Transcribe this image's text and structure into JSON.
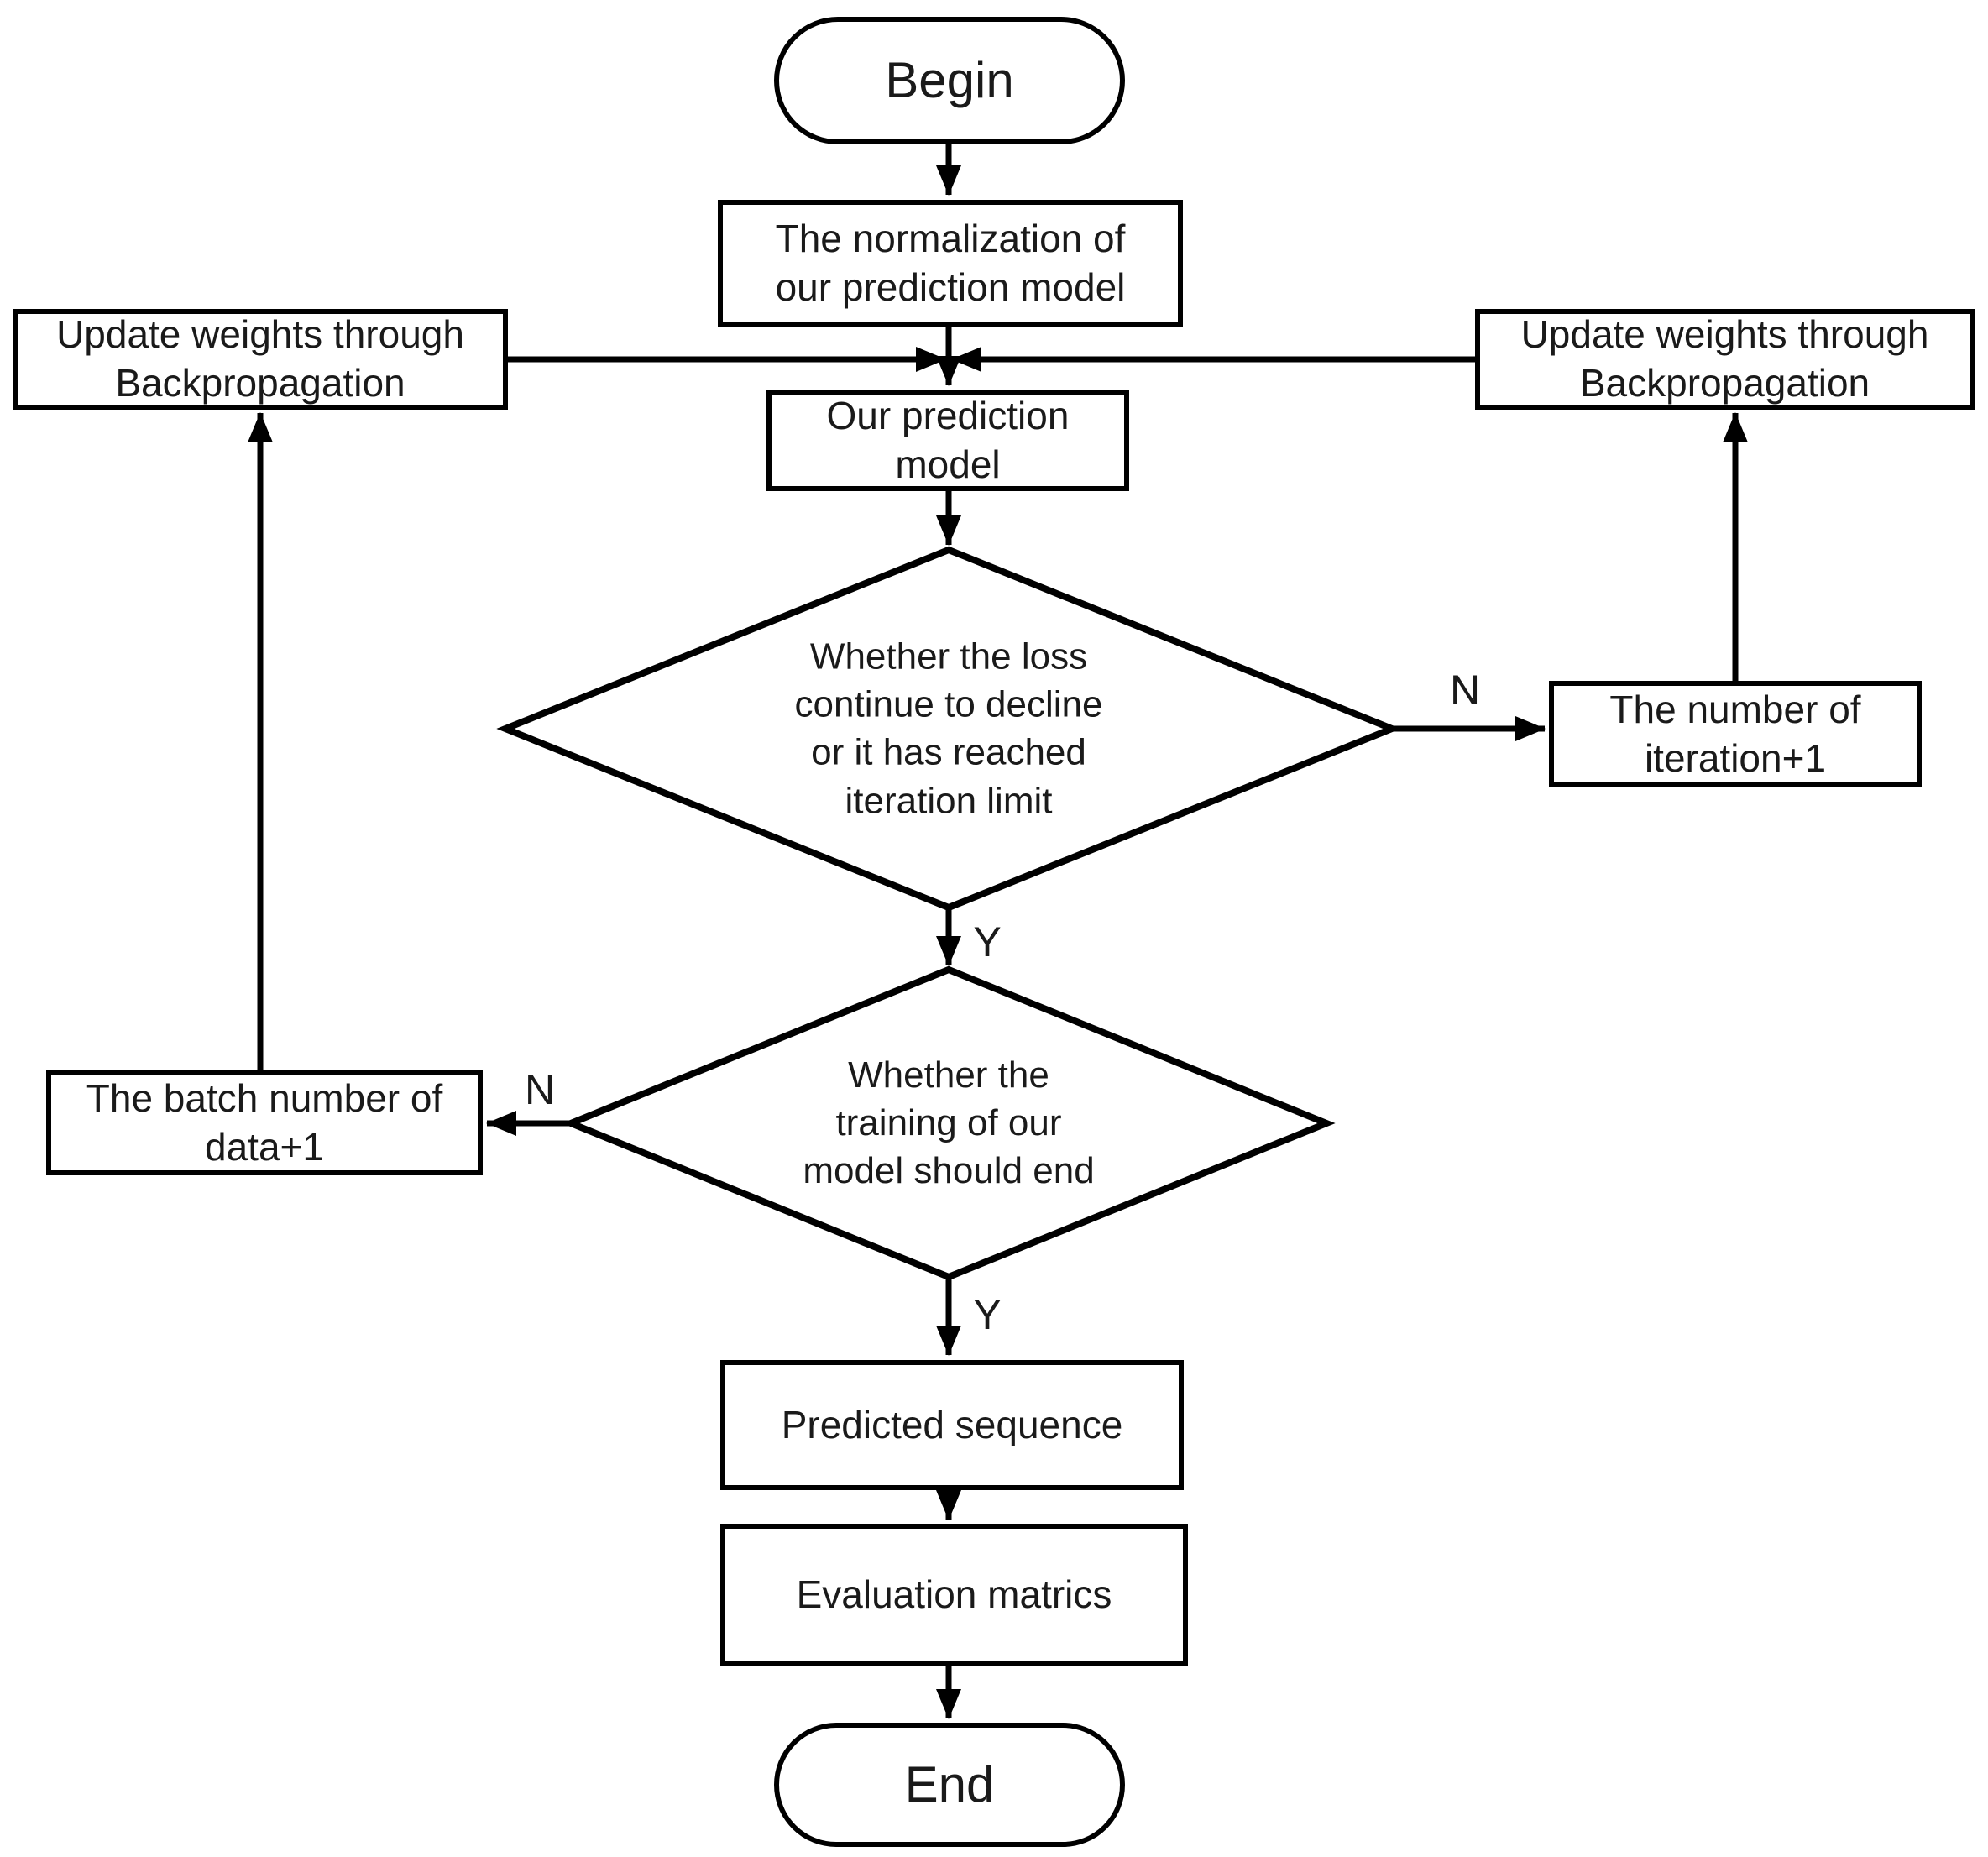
{
  "colors": {
    "stroke": "#000000",
    "node_fill": "#ffffff",
    "background": "#ffffff",
    "text": "#1a1a1a"
  },
  "nodes": {
    "begin": {
      "label": "Begin"
    },
    "normalization": {
      "label": "The normalization of\nour prediction model"
    },
    "update_weights_left": {
      "label": "Update weights through\nBackpropagation"
    },
    "update_weights_right": {
      "label": "Update weights through\nBackpropagation"
    },
    "prediction_model": {
      "label": "Our prediction\nmodel"
    },
    "loss_decision": {
      "label": "Whether the loss\ncontinue to decline\nor it has reached\niteration limit"
    },
    "iteration_increment": {
      "label": "The number of\niteration+1"
    },
    "training_end_decision": {
      "label": "Whether the\ntraining of our\nmodel should end"
    },
    "batch_increment": {
      "label": "The batch number of\ndata+1"
    },
    "predicted_sequence": {
      "label": "Predicted sequence"
    },
    "evaluation_metrics": {
      "label": "Evaluation matrics"
    },
    "end": {
      "label": "End"
    }
  },
  "edge_labels": {
    "loss_no": "N",
    "loss_yes": "Y",
    "training_no": "N",
    "training_yes": "Y"
  }
}
